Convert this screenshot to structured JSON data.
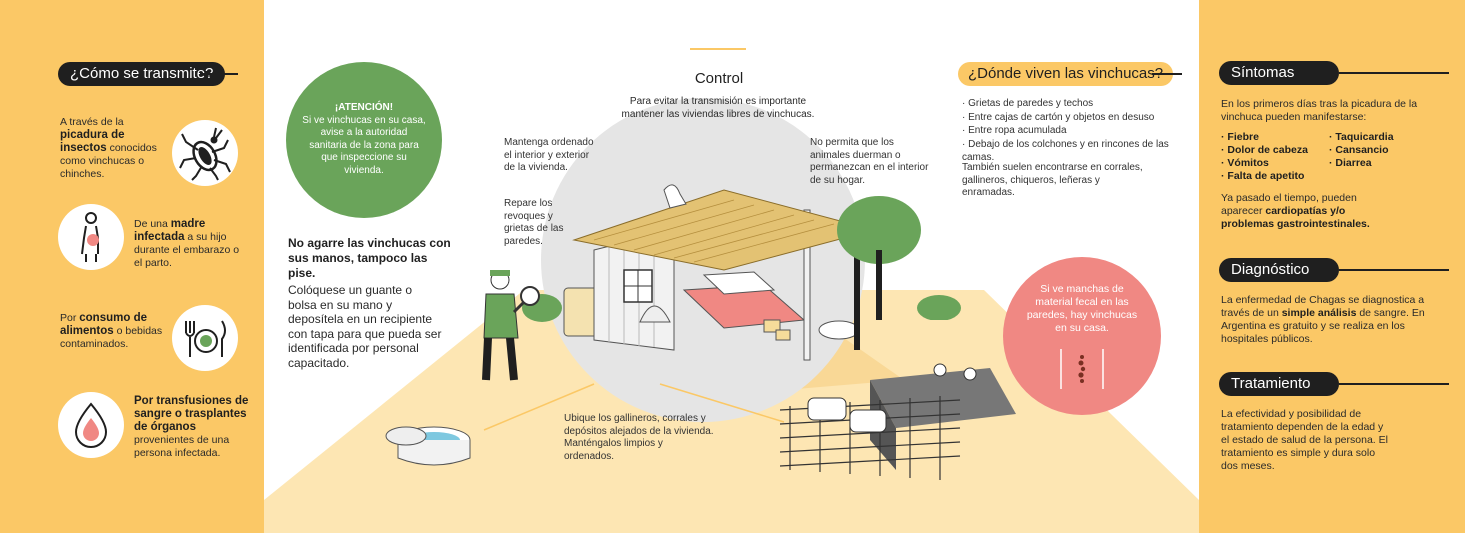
{
  "left": {
    "header": "¿Cómo se transmite?",
    "items": [
      {
        "pre": "A través de la ",
        "bold": "picadura de insectos",
        "post": " conocidos como vinchucas o chinches.",
        "icon": "insect-icon"
      },
      {
        "pre": "De una ",
        "bold": "madre infectada",
        "post": " a su hijo durante el embarazo o el parto.",
        "icon": "pregnant-mother-icon"
      },
      {
        "pre": "Por ",
        "bold": "consumo de alimentos",
        "post": " o bebidas contaminados.",
        "icon": "food-plate-icon"
      },
      {
        "pre": "",
        "bold": "Por transfusiones de sangre o trasplantes de órganos",
        "post": " provenientes de una persona infectada.",
        "icon": "blood-drop-icon"
      }
    ]
  },
  "center": {
    "attention": {
      "title": "¡ATENCIÓN!",
      "body": "Si ve vinchucas en su casa, avise a la autoridad sanitaria de la zona para que inspeccione su vivienda."
    },
    "warning": "No agarre las vinchucas con sus manos, tampoco las pise.",
    "instructions": "Colóquese un guante o bolsa en su mano y deposítela en un recipiente con tapa para que pueda ser identificada por personal capacitado.",
    "control": {
      "title": "Control",
      "subtitle": "Para evitar la transmisión es importante mantener las viviendas libres de vinchucas."
    },
    "tips": {
      "orden": "Mantenga ordenado el interior y exterior de la vivienda.",
      "revoques": "Repare los revoques y grietas de las paredes.",
      "animales": "No permita que los animales duerman o permanezcan en el interior de su hogar.",
      "corrales": "Ubique los gallineros, corrales y depósitos alejados de la vivienda. Manténgalos limpios y ordenados."
    },
    "where": {
      "title": "¿Dónde viven las vinchucas?",
      "items": [
        "· Grietas de paredes y techos",
        "· Entre cajas de cartón y objetos en desuso",
        "· Entre ropa acumulada",
        "· Debajo de los colchones y en rincones de las camas."
      ],
      "extra": "También suelen encontrarse en corrales, gallineros, chiqueros, leñeras y enramadas."
    },
    "fecal": "Si ve manchas de material fecal en las paredes, hay vinchucas en su casa."
  },
  "right": {
    "sintomas": {
      "title": "Síntomas",
      "intro": "En los primeros días tras la picadura de la vinchuca pueden manifestarse:",
      "col1": [
        "· Fiebre",
        "· Dolor de cabeza",
        "· Vómitos",
        "· Falta de apetito"
      ],
      "col2": [
        "· Taquicardia",
        "· Cansancio",
        "· Diarrea"
      ],
      "later_pre": "Ya pasado el tiempo, pueden aparecer ",
      "later_bold": "cardiopatías y/o problemas gastrointestinales."
    },
    "diagnostico": {
      "title": "Diagnóstico",
      "pre": "La enfermedad de Chagas se diagnostica a través de un ",
      "bold": "simple análisis",
      "post": " de sangre. En Argentina es gratuito y se realiza en los hospitales públicos."
    },
    "tratamiento": {
      "title": "Tratamiento",
      "body": "La efectividad y posibilidad de tratamiento dependen de la edad y el estado de salud de la persona. El tratamiento es simple y dura solo dos meses."
    }
  },
  "colors": {
    "panel": "#fbc866",
    "floor": "#fde6b3",
    "attention": "#6aa45a",
    "fecal": "#f08883",
    "dark": "#1f1f1f"
  }
}
